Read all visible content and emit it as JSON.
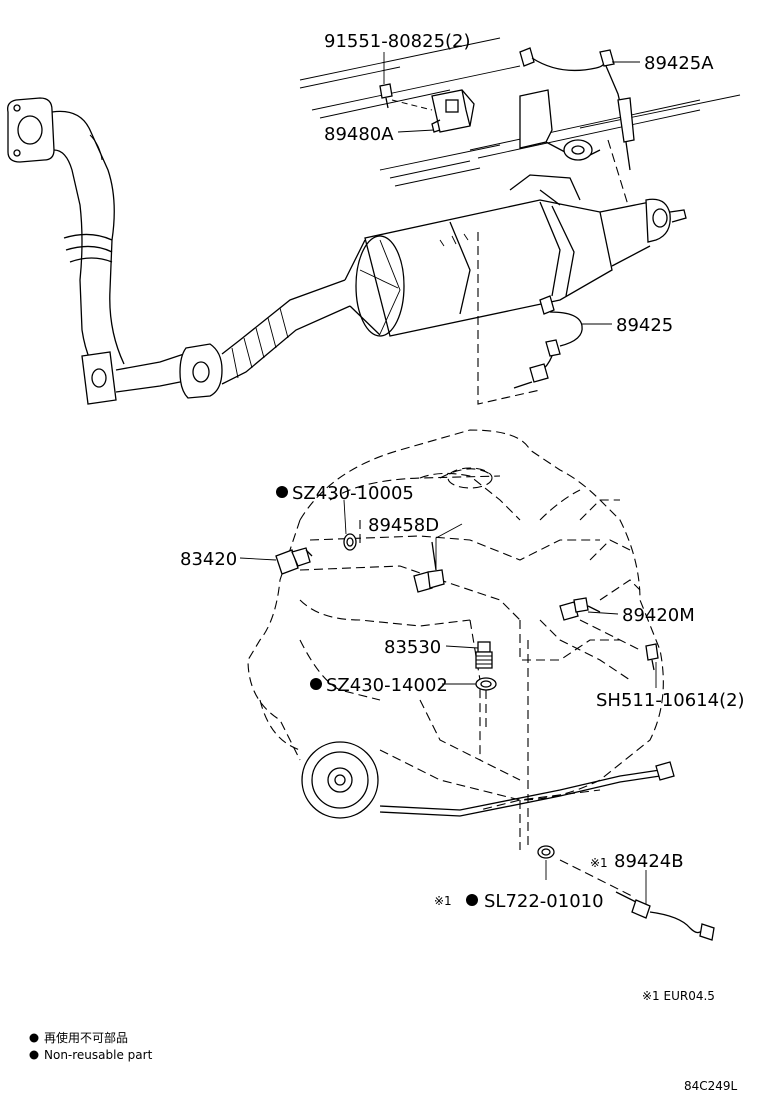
{
  "parts": {
    "bolt_91551": "91551-80825(2)",
    "sensor_89425A": "89425A",
    "sensor_89480A": "89480A",
    "sensor_89425": "89425",
    "gasket_SZ430_10005": "SZ430-10005",
    "sensor_89458D": "89458D",
    "switch_83420": "83420",
    "sensor_89420M": "89420M",
    "switch_83530": "83530",
    "gasket_SZ430_14002": "SZ430-14002",
    "bolt_SH511": "SH511-10614(2)",
    "sensor_89424B": "89424B",
    "gasket_SL722": "SL722-01010"
  },
  "marks": {
    "ref_mark_89424B": "※1",
    "ref_mark_SL722": "※1"
  },
  "notes": {
    "eur_note": "※1 EUR04.5"
  },
  "legend": {
    "jp_text": "再使用不可部品",
    "en_text": "Non-reusable part"
  },
  "figure_code": "84C249L",
  "colors": {
    "ink": "#000000",
    "background": "#ffffff"
  }
}
